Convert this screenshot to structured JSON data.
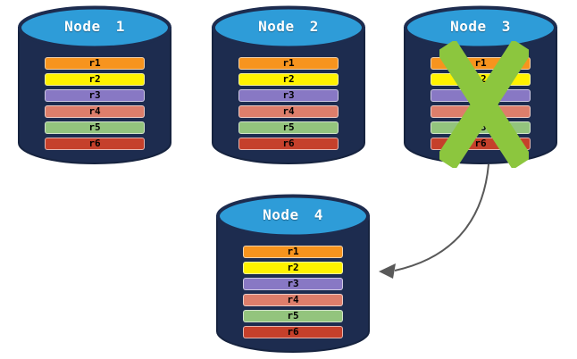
{
  "diagram": {
    "description": "Database replication diagram: four nodes each storing rows r1-r6; Node 3 is crossed out (failed) and its data moves to Node 4",
    "colors": {
      "background": "#ffffff",
      "cylinder_body": "#1d2c4f",
      "cylinder_outline": "#16233f",
      "cylinder_top": "#2e9cd8",
      "title_text": "#ffffff",
      "row_text": "#000000",
      "x_mark": "#8cc63e",
      "arrow": "#595959"
    },
    "nodes": [
      {
        "label": "Node 1",
        "failed": false,
        "rows": [
          {
            "label": "r1",
            "color": "#f7941e"
          },
          {
            "label": "r2",
            "color": "#fff200"
          },
          {
            "label": "r3",
            "color": "#8878c4"
          },
          {
            "label": "r4",
            "color": "#dd7e6b"
          },
          {
            "label": "r5",
            "color": "#93c47d"
          },
          {
            "label": "r6",
            "color": "#c5402b"
          }
        ]
      },
      {
        "label": "Node 2",
        "failed": false,
        "rows": [
          {
            "label": "r1",
            "color": "#f7941e"
          },
          {
            "label": "r2",
            "color": "#fff200"
          },
          {
            "label": "r3",
            "color": "#8878c4"
          },
          {
            "label": "r4",
            "color": "#dd7e6b"
          },
          {
            "label": "r5",
            "color": "#93c47d"
          },
          {
            "label": "r6",
            "color": "#c5402b"
          }
        ]
      },
      {
        "label": "Node 3",
        "failed": true,
        "rows": [
          {
            "label": "r1",
            "color": "#f7941e"
          },
          {
            "label": "r2",
            "color": "#fff200"
          },
          {
            "label": "r3",
            "color": "#8878c4"
          },
          {
            "label": "r4",
            "color": "#dd7e6b"
          },
          {
            "label": "r5",
            "color": "#93c47d"
          },
          {
            "label": "r6",
            "color": "#c5402b"
          }
        ]
      },
      {
        "label": "Node 4",
        "failed": false,
        "rows": [
          {
            "label": "r1",
            "color": "#f7941e"
          },
          {
            "label": "r2",
            "color": "#fff200"
          },
          {
            "label": "r3",
            "color": "#8878c4"
          },
          {
            "label": "r4",
            "color": "#dd7e6b"
          },
          {
            "label": "r5",
            "color": "#93c47d"
          },
          {
            "label": "r6",
            "color": "#c5402b"
          }
        ]
      }
    ],
    "arrow": {
      "from": "Node 3",
      "to": "Node 4"
    }
  }
}
